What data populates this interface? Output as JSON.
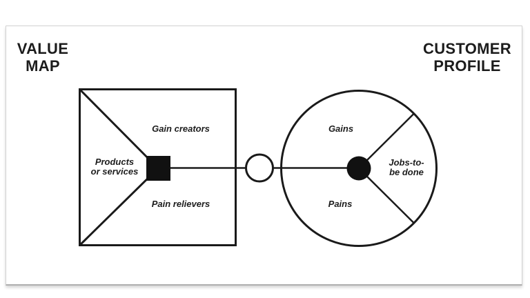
{
  "slide": {
    "background": "#ffffff",
    "border_color": "#d2d2d2"
  },
  "value_map": {
    "title": "VALUE\nMAP",
    "labels": {
      "gain_creators": "Gain creators",
      "products_or_services": "Products\nor services",
      "pain_relievers": "Pain relievers"
    }
  },
  "customer_profile": {
    "title": "CUSTOMER\nPROFILE",
    "labels": {
      "gains": "Gains",
      "jobs_to_be_done": "Jobs-to-\nbe done",
      "pains": "Pains"
    }
  },
  "diagram": {
    "stroke_color": "#1a1a1a",
    "fill_color": "#111111"
  }
}
